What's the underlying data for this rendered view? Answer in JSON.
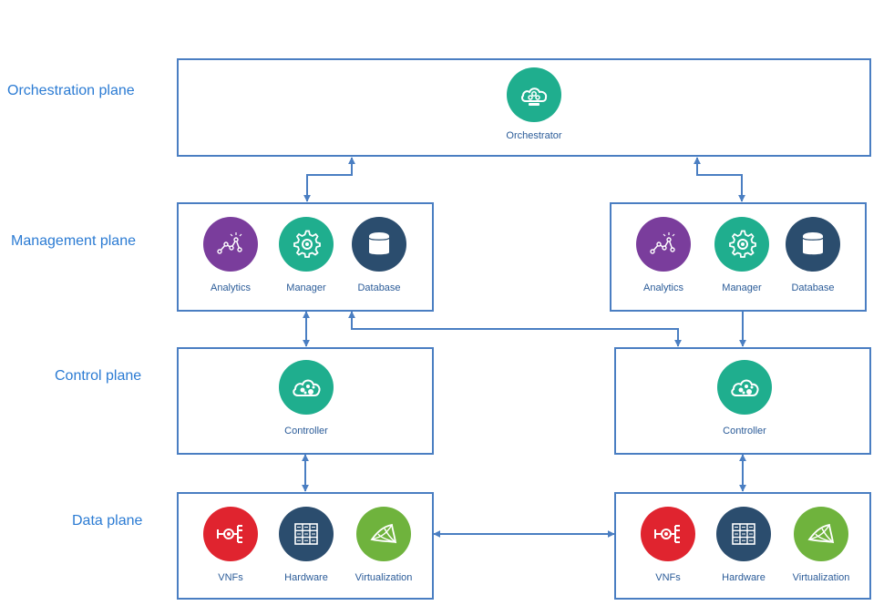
{
  "planes": {
    "orchestration": "Orchestration plane",
    "management": "Management plane",
    "control": "Control plane",
    "data": "Data plane"
  },
  "orchestrator": {
    "label": "Orchestrator",
    "icon": "orchestrator-cloud-icon",
    "color": "#1fae8e"
  },
  "management_left": {
    "analytics": {
      "label": "Analytics",
      "icon": "analytics-icon",
      "color": "#7a3d9c"
    },
    "manager": {
      "label": "Manager",
      "icon": "gear-icon",
      "color": "#1fae8e"
    },
    "database": {
      "label": "Database",
      "icon": "database-icon",
      "color": "#2b4d6e"
    }
  },
  "management_right": {
    "analytics": {
      "label": "Analytics",
      "icon": "analytics-icon",
      "color": "#7a3d9c"
    },
    "manager": {
      "label": "Manager",
      "icon": "gear-icon",
      "color": "#1fae8e"
    },
    "database": {
      "label": "Database",
      "icon": "database-icon",
      "color": "#2b4d6e"
    }
  },
  "control_left": {
    "label": "Controller",
    "icon": "controller-cloud-icon",
    "color": "#1fae8e"
  },
  "control_right": {
    "label": "Controller",
    "icon": "controller-cloud-icon",
    "color": "#1fae8e"
  },
  "data_left": {
    "vnfs": {
      "label": "VNFs",
      "icon": "vnf-icon",
      "color": "#e0242f"
    },
    "hardware": {
      "label": "Hardware",
      "icon": "hardware-icon",
      "color": "#2b4d6e"
    },
    "virtualization": {
      "label": "Virtualization",
      "icon": "virtualization-icon",
      "color": "#6fb33d"
    }
  },
  "data_right": {
    "vnfs": {
      "label": "VNFs",
      "icon": "vnf-icon",
      "color": "#e0242f"
    },
    "hardware": {
      "label": "Hardware",
      "icon": "hardware-icon",
      "color": "#2b4d6e"
    },
    "virtualization": {
      "label": "Virtualization",
      "icon": "virtualization-icon",
      "color": "#6fb33d"
    }
  },
  "colors": {
    "border": "#4a7ec2",
    "plane_label": "#2b7bd3",
    "node_label": "#2a5b98"
  }
}
